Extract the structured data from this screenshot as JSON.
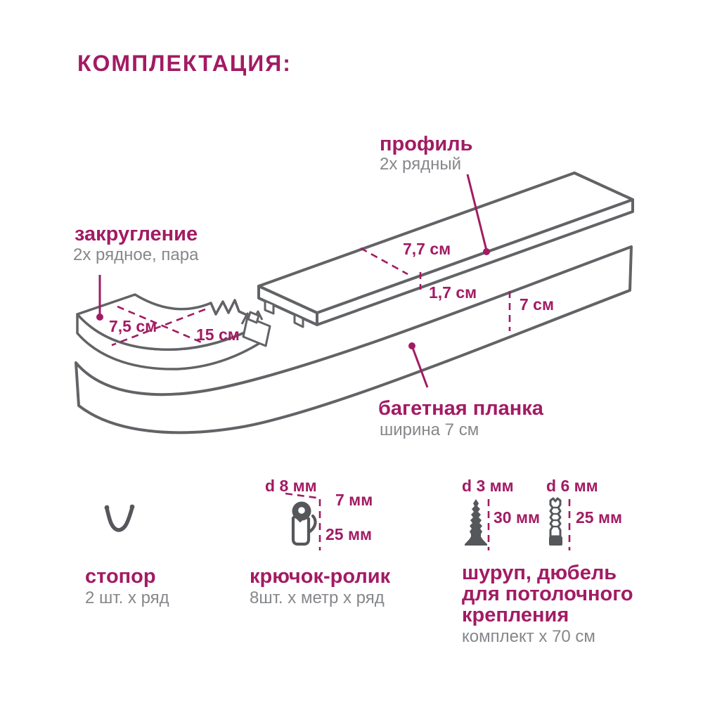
{
  "title": "КОМПЛЕКТАЦИЯ:",
  "colors": {
    "accent": "#a21b63",
    "gray_text": "#85878a",
    "line_gray": "#616366",
    "icon_gray": "#55575b",
    "background": "#ffffff"
  },
  "drawing": {
    "profile": {
      "label": "профиль",
      "sub": "2х рядный",
      "dim_width": "7,7 см",
      "dim_thickness": "1,7 см"
    },
    "corner": {
      "label": "закругление",
      "sub": "2х рядное, пара",
      "dim_width": "7,5 см",
      "dim_length": "15 см"
    },
    "baguette": {
      "label": "багетная планка",
      "sub": "ширина 7 см",
      "dim_height": "7 см"
    }
  },
  "parts": {
    "stopper": {
      "label": "стопор",
      "qty": "2 шт. х ряд"
    },
    "hook_roller": {
      "label": "крючок-ролик",
      "qty": "8шт. х метр х ряд",
      "dim_diameter": "d 8 мм",
      "dim_offset": "7 мм",
      "dim_height": "25 мм"
    },
    "screw_dowel": {
      "label_line1": "шуруп, дюбель",
      "label_line2": "для потолочного",
      "label_line3": "крепления",
      "qty": "комплект х 70 см",
      "screw_diameter": "d 3 мм",
      "screw_length": "30 мм",
      "dowel_diameter": "d 6 мм",
      "dowel_length": "25 мм"
    }
  }
}
